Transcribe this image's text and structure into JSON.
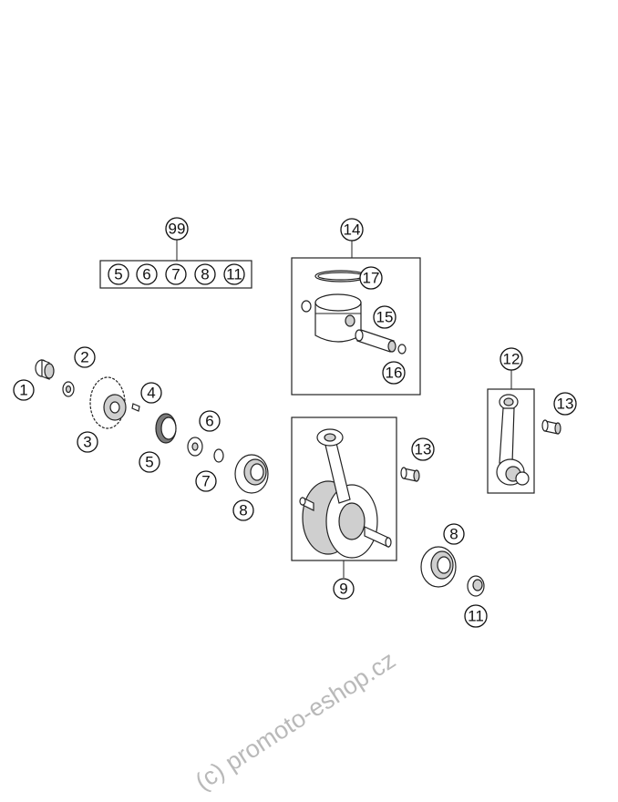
{
  "callouts": [
    {
      "id": "c1",
      "label": "1"
    },
    {
      "id": "c2",
      "label": "2"
    },
    {
      "id": "c3",
      "label": "3"
    },
    {
      "id": "c4",
      "label": "4"
    },
    {
      "id": "c5",
      "label": "5"
    },
    {
      "id": "c6",
      "label": "6"
    },
    {
      "id": "c7",
      "label": "7"
    },
    {
      "id": "c8a",
      "label": "8"
    },
    {
      "id": "c9",
      "label": "9"
    },
    {
      "id": "c13a",
      "label": "13"
    },
    {
      "id": "c8b",
      "label": "8"
    },
    {
      "id": "c11",
      "label": "11"
    },
    {
      "id": "c14",
      "label": "14"
    },
    {
      "id": "c17",
      "label": "17"
    },
    {
      "id": "c15",
      "label": "15"
    },
    {
      "id": "c16",
      "label": "16"
    },
    {
      "id": "c12",
      "label": "12"
    },
    {
      "id": "c13b",
      "label": "13"
    },
    {
      "id": "c99",
      "label": "99"
    }
  ],
  "kit_99": {
    "items": [
      "5",
      "6",
      "7",
      "8",
      "11"
    ]
  },
  "watermark": "(c) promoto-eshop.cz"
}
